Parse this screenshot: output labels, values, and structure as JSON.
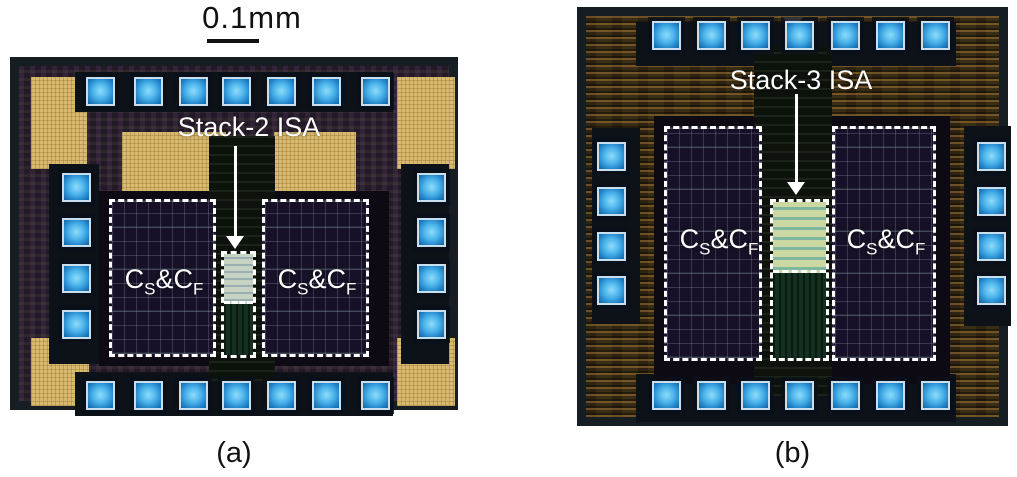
{
  "figure": {
    "scale_bar": {
      "label": "0.1mm"
    },
    "cap_label": {
      "base": "C",
      "sub_first": "S",
      "joiner": "&",
      "sub_second": "F"
    },
    "panels": [
      {
        "id": "a",
        "caption": "(a)",
        "isa_label": "Stack-2 ISA"
      },
      {
        "id": "b",
        "caption": "(b)",
        "isa_label": "Stack-3 ISA"
      }
    ],
    "colors": {
      "die_border": "#161d23",
      "chip_a_background": "#231a27",
      "chip_b_background": "#3a2d15",
      "gold_pad_fill": "#d9bb70",
      "bond_pad_blue": "#4cb4ec",
      "capacitor_array": "#161126",
      "isa_core_a": "#c6d2c2",
      "isa_core_b": "#ccd8a2",
      "annotation_white": "#ffffff",
      "text_black": "#111111"
    }
  }
}
